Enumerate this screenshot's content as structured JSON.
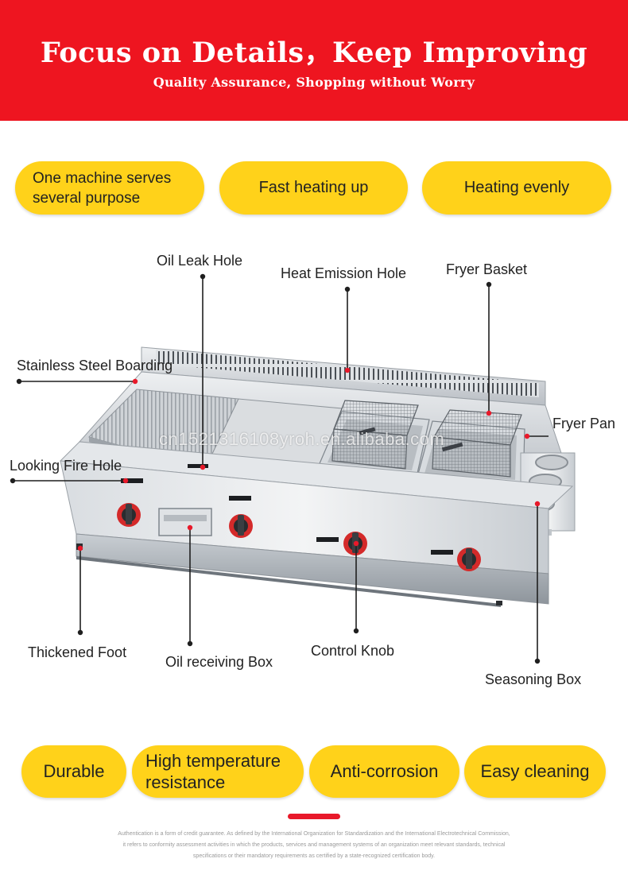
{
  "banner": {
    "title": "Focus on Details，Keep Improving",
    "subtitle": "Quality Assurance, Shopping without Worry",
    "color": "#ee1520"
  },
  "top_features": [
    {
      "line1": "One machine serves",
      "line2": "several purpose"
    },
    {
      "text": "Fast heating up"
    },
    {
      "text": "Heating evenly"
    }
  ],
  "callouts": {
    "oil_leak_hole": "Oil Leak Hole",
    "heat_emission_hole": "Heat Emission Hole",
    "fryer_basket": "Fryer Basket",
    "stainless_steel_boarding": "Stainless Steel Boarding",
    "fryer_pan": "Fryer Pan",
    "looking_fire_hole": "Looking Fire Hole",
    "thickened_foot": "Thickened Foot",
    "oil_receiving_box": "Oil receiving Box",
    "control_knob": "Control Knob",
    "seasoning_box": "Seasoning Box"
  },
  "watermark": "cn1521316108yroh.en.alibaba.com",
  "bottom_features": [
    {
      "text": "Durable"
    },
    {
      "line1": "High temperature",
      "line2": "resistance"
    },
    {
      "text": "Anti-corrosion"
    },
    {
      "text": "Easy cleaning"
    }
  ],
  "footnote": {
    "line1": "Authentication is a form of credit guarantee. As defined by the International Organization for Standardization and the International Electrotechnical Commission,",
    "line2": "it refers to conformity assessment activities in which the products, services and management systems of an organization meet relevant standards, technical",
    "line3": "specifications  or their mandatory requirements as certified by a state-recognized certification body."
  },
  "colors": {
    "pill": "#ffd21a",
    "accent": "#e8192a",
    "knob": "#d42a2a"
  }
}
